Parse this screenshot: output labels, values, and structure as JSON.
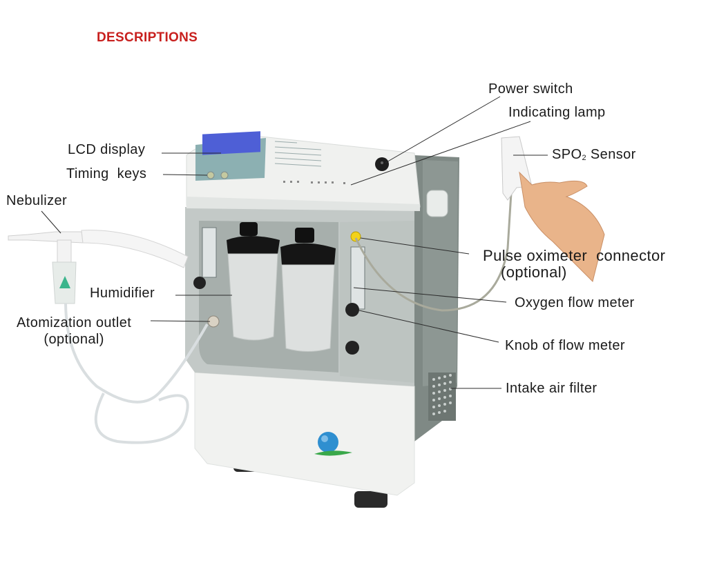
{
  "title": {
    "text": "DESCRIPTIONS",
    "color": "#c8201e"
  },
  "device": "oxygen concentrator with nebulizer and pulse oximeter",
  "colors": {
    "body_white": "#f2f3f1",
    "panel_gray": "#a9b1ae",
    "side_dark": "#7d8683",
    "lcd_blue": "#4e5fd6",
    "connector_yellow": "#f2d21a",
    "logo_blue": "#2f8fd0",
    "logo_green": "#3aa84a",
    "skin": "#e9b48a"
  },
  "labels": {
    "power_switch": "Power switch",
    "indicating_lamp": "Indicating lamp",
    "spo2_sensor_prefix": "SPO",
    "spo2_sensor_sub": "2",
    "spo2_sensor_suffix": " Sensor",
    "lcd_display": "LCD display",
    "timing_keys": "Timing  keys",
    "nebulizer": "Nebulizer",
    "humidifier": "Humidifier",
    "atomization_outlet_line1": "Atomization outlet",
    "atomization_outlet_line2": "(optional)",
    "pulse_oximeter_line1": "Pulse oximeter  connector",
    "pulse_oximeter_line2": "(optional)",
    "oxygen_flow_meter": "Oxygen flow meter",
    "knob_of_flow_meter": "Knob of flow meter",
    "intake_air_filter": "Intake air filter"
  }
}
